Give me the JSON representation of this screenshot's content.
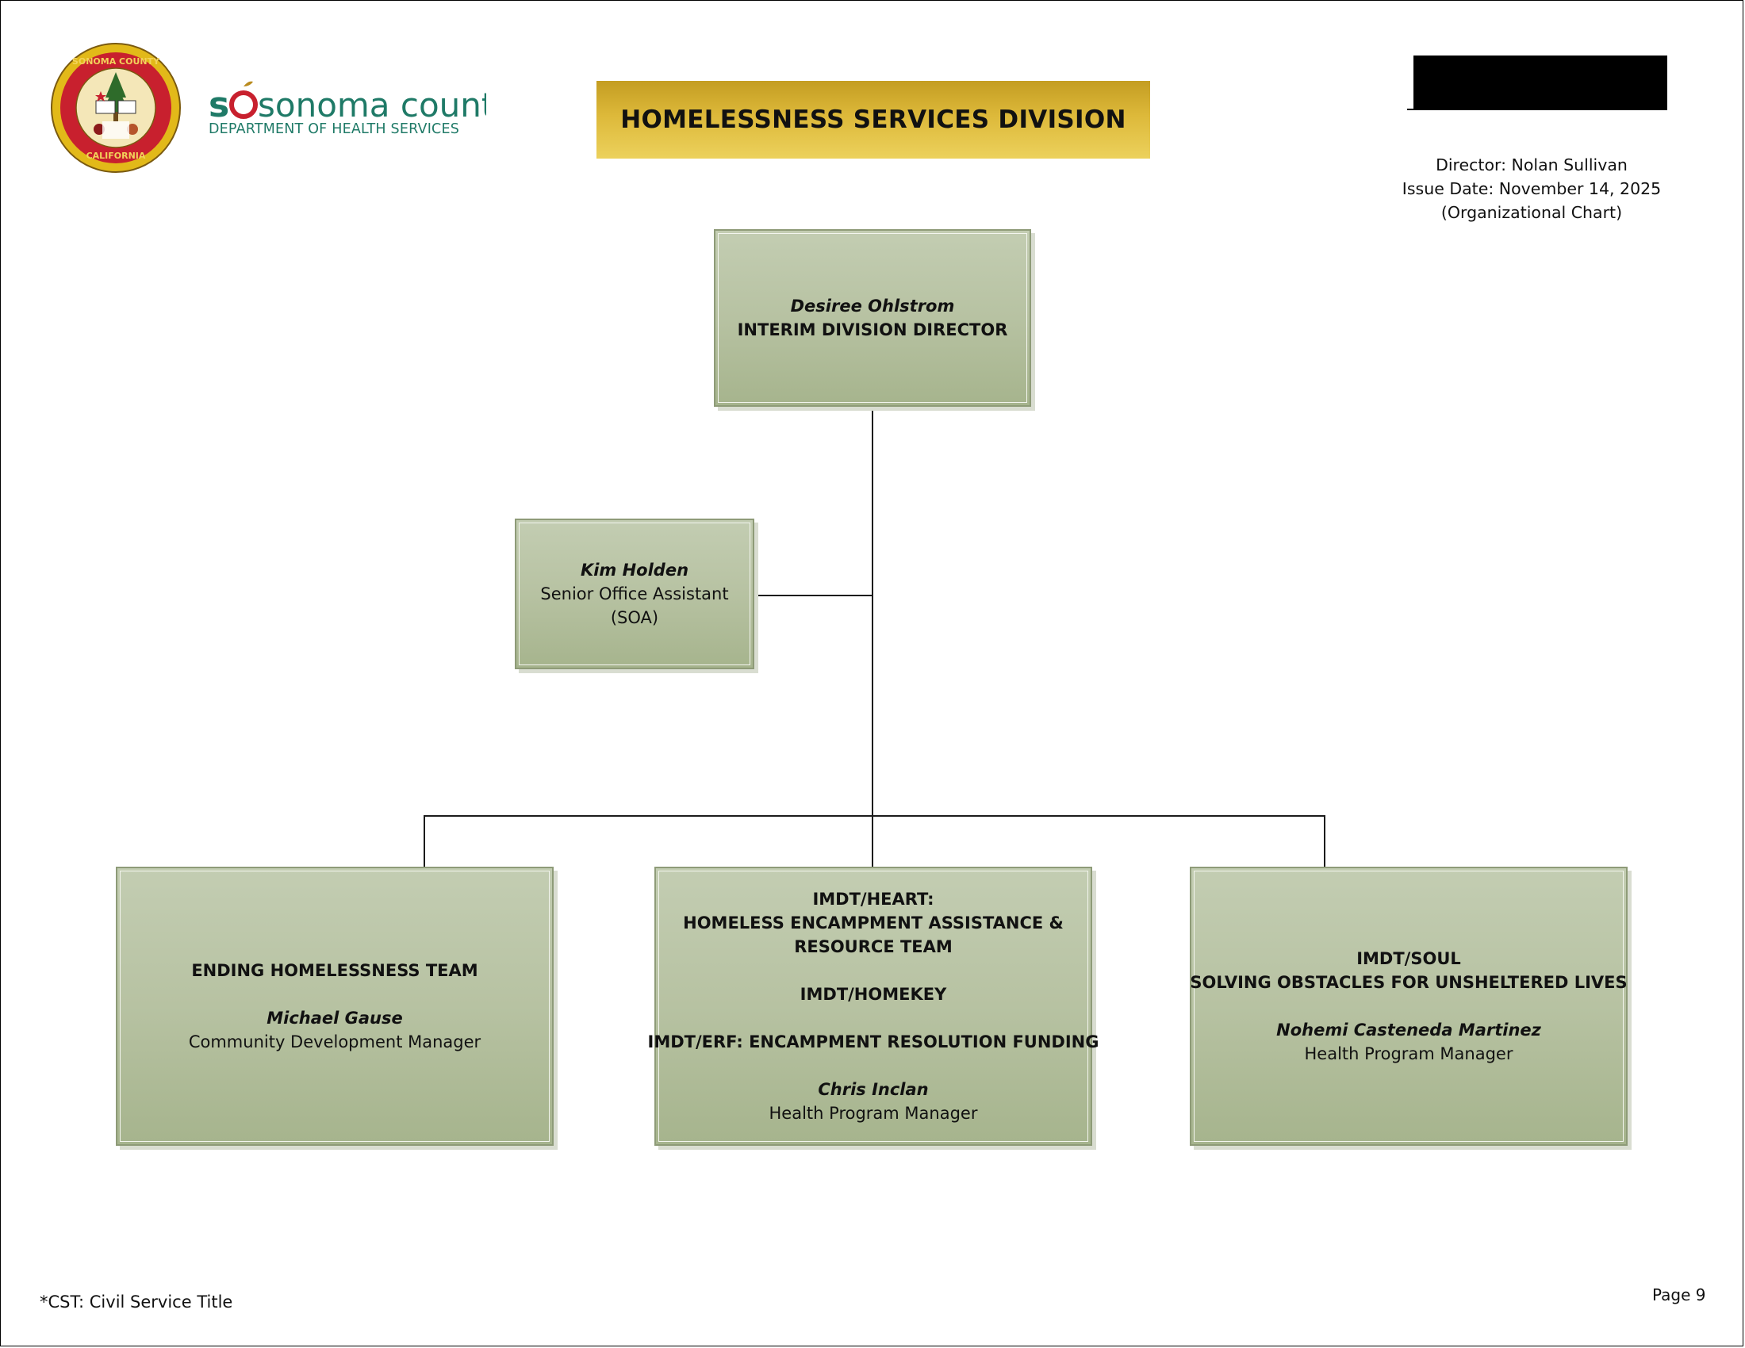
{
  "header": {
    "seal_alt": "Sonoma County California seal",
    "seal_ring_text": "SONOMA COUNTY",
    "seal_bottom_text": "CALIFORNIA",
    "logo_name": "sonoma county",
    "logo_subtitle": "DEPARTMENT OF HEALTH SERVICES",
    "title": "HOMELESSNESS SERVICES DIVISION",
    "director_line": "Director: Nolan Sullivan",
    "issue_date_line": "Issue Date: November 14, 2025",
    "doc_type_line": "(Organizational Chart)"
  },
  "org": {
    "director": {
      "name": "Desiree Ohlstrom",
      "title": "INTERIM DIVISION DIRECTOR"
    },
    "assistant": {
      "name": "Kim Holden",
      "title": "Senior Office Assistant",
      "abbr": "(SOA)"
    },
    "teams": [
      {
        "unit_lines": [
          "ENDING HOMELESSNESS TEAM"
        ],
        "name": "Michael Gause",
        "title": "Community Development Manager"
      },
      {
        "unit_lines": [
          "IMDT/HEART:",
          "HOMELESS ENCAMPMENT ASSISTANCE &",
          "RESOURCE TEAM"
        ],
        "unit2": "IMDT/HOMEKEY",
        "unit3": "IMDT/ERF: ENCAMPMENT RESOLUTION FUNDING",
        "name": "Chris Inclan",
        "title": "Health Program Manager"
      },
      {
        "unit_lines": [
          "IMDT/SOUL",
          "SOLVING OBSTACLES FOR UNSHELTERED LIVES"
        ],
        "name": "Nohemi Casteneda Martinez",
        "title": "Health Program Manager"
      }
    ]
  },
  "footer": {
    "footnote": "*CST: Civil Service Title",
    "page": "Page 9"
  },
  "colors": {
    "box_fill": "#b7c2a2",
    "banner_gold": "#ddb93a",
    "logo_green": "#1f7a67",
    "logo_gold": "#b98b1e"
  }
}
